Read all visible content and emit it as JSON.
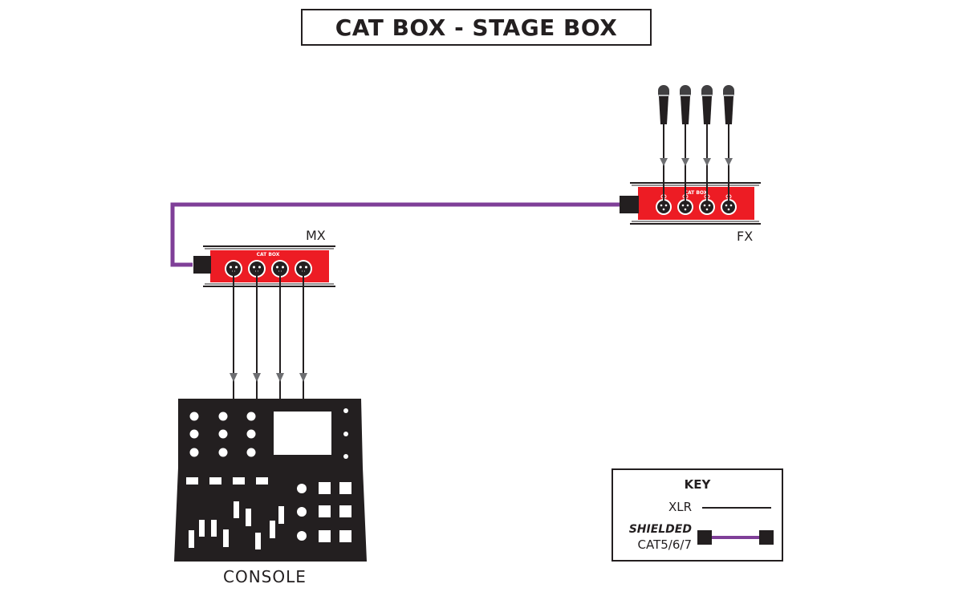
{
  "title": "CAT BOX - STAGE BOX",
  "colors": {
    "ink": "#231f20",
    "box_red": "#ed1c24",
    "cat_cable": "#7f3f98",
    "arrow_gray": "#6d6e71",
    "white": "#ffffff"
  },
  "stage_box_fx": {
    "label": "FX",
    "brand": "CAT BOX",
    "xlr_count": 4,
    "connector_type": "XLR female"
  },
  "stage_box_mx": {
    "label": "MX",
    "brand": "CAT BOX",
    "xlr_count": 4,
    "connector_type": "XLR male"
  },
  "microphones": {
    "count": 4
  },
  "console": {
    "label": "CONSOLE"
  },
  "key": {
    "title": "KEY",
    "items": [
      {
        "label": "XLR",
        "style": "thin black line"
      },
      {
        "label_line1": "SHIELDED",
        "label_line2": "CAT5/6/7",
        "style": "purple cable with black plugs"
      }
    ]
  }
}
